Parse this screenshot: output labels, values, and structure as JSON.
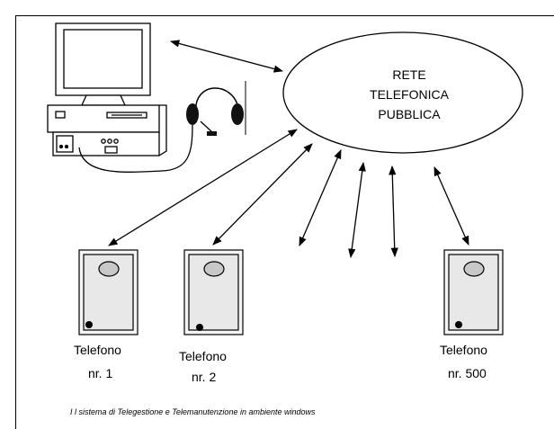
{
  "network": {
    "line1": "RETE",
    "line2": "TELEFONICA",
    "line3": "PUBBLICA"
  },
  "phones": [
    {
      "name": "Telefono",
      "number": "nr. 1"
    },
    {
      "name": "Telefono",
      "number": "nr. 2"
    },
    {
      "name": "Telefono",
      "number": "nr. 500"
    }
  ],
  "caption": "I l sistema di Telegestione e Telemanutenzione in ambiente windows",
  "colors": {
    "line": "#000000",
    "phone_body": "#e8e8e8",
    "earpiece": "#c8c8c8",
    "background": "#ffffff"
  },
  "icons": [
    "computer-icon",
    "headset-icon",
    "phone-icon"
  ]
}
